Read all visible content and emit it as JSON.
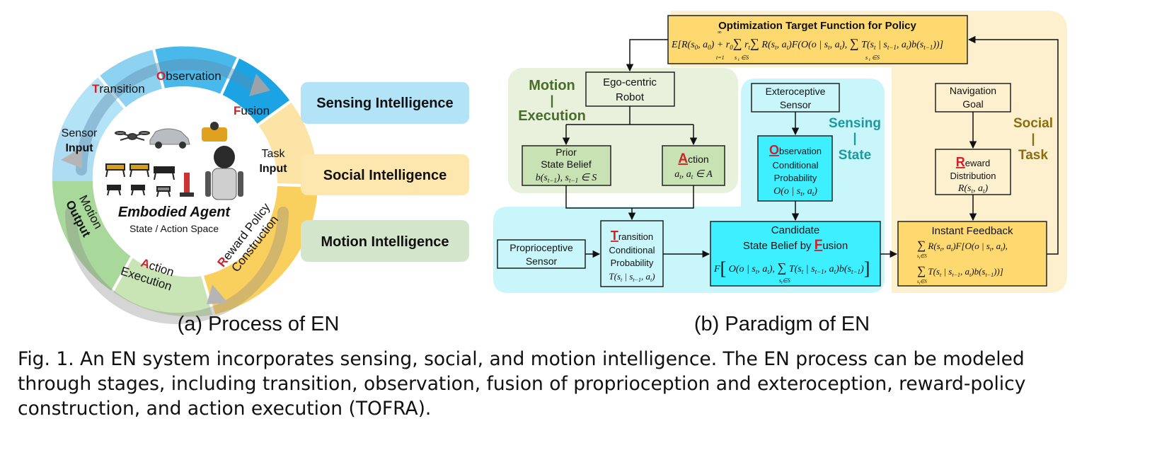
{
  "panel_a": {
    "caption": "(a) Process of EN",
    "ring": {
      "transition": {
        "initial": "T",
        "rest": "ransition"
      },
      "observation": {
        "initial": "O",
        "rest": "bservation"
      },
      "fusion": {
        "initial": "F",
        "rest": "usion"
      },
      "task_input": [
        "Task",
        "Input"
      ],
      "reward": {
        "initial": "R",
        "rest": "eward Policy",
        "line2": "Construction"
      },
      "action": {
        "initial": "A",
        "rest": "ction",
        "line2": "Execution"
      },
      "motion_output": [
        "Motion",
        "Output"
      ],
      "sensor_input": [
        "Sensor",
        "Input"
      ]
    },
    "center": {
      "title": "Embodied Agent",
      "subtitle": "State / Action Space"
    },
    "labels": {
      "sensing": "Sensing Intelligence",
      "social": "Social Intelligence",
      "motion": "Motion Intelligence"
    }
  },
  "panel_b": {
    "caption": "(b) Paradigm of EN",
    "optimization": {
      "title": "Optimization Target Function for Policy"
    },
    "regions": {
      "motion": [
        "Motion",
        "|",
        "Execution"
      ],
      "sensing": [
        "Sensing",
        "|",
        "State"
      ],
      "social": [
        "Social",
        "|",
        "Task"
      ]
    },
    "ego": [
      "Ego-centric",
      "Robot"
    ],
    "prior": [
      "Prior",
      "State Belief"
    ],
    "action": {
      "initial": "A",
      "rest": "ction"
    },
    "exteroceptive": [
      "Exteroceptive",
      "Sensor"
    ],
    "observation": {
      "initial": "O",
      "rest": "bservation",
      "lines": [
        "Conditional",
        "Probability"
      ]
    },
    "navigation": [
      "Navigation",
      "Goal"
    ],
    "reward": {
      "initial": "R",
      "rest": "eward",
      "lines": [
        "Distribution"
      ]
    },
    "proprioceptive": [
      "Proprioceptive",
      "Sensor"
    ],
    "transition": {
      "initial": "T",
      "rest": "ransition",
      "lines": [
        "Conditional",
        "Probability"
      ]
    },
    "candidate": {
      "line1": "Candidate",
      "line2_prefix": "State Belief by ",
      "initial": "F",
      "rest": "usion"
    },
    "feedback": {
      "title": "Instant Feedback"
    }
  },
  "figure_caption": {
    "lines": [
      "Fig. 1.  An EN system incorporates sensing, social, and motion intelligence. The EN process can be modeled",
      "through stages, including transition, observation, fusion of proprioception and exteroception, reward-policy",
      "construction, and action execution (TOFRA)."
    ]
  },
  "colors": {
    "red_initial": "#d0202a",
    "sensing_bg": "#b3e3f7",
    "social_bg": "#fde7ae",
    "motion_bg": "#d3e6cb",
    "cyan_region": "#c8f6fb",
    "cyan_box": "#3ef0ff",
    "green_region": "#e7f1dc",
    "green_box": "#c8e2b4",
    "yellow_region": "#fdf0cf",
    "yellow_box": "#fdd970"
  }
}
